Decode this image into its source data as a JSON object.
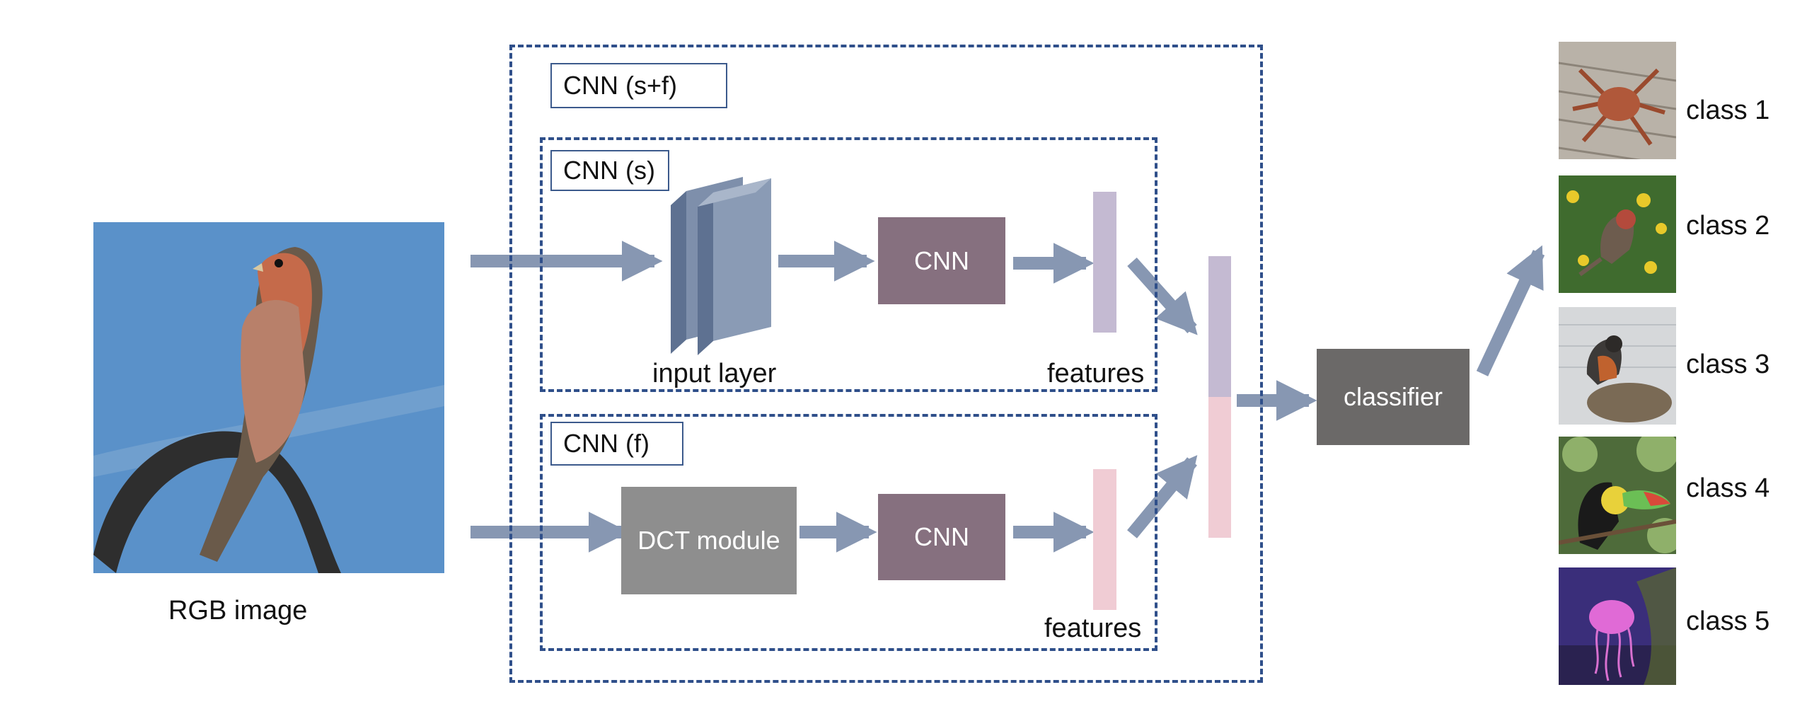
{
  "input": {
    "caption": "RGB image"
  },
  "outer_box": {
    "label": "CNN (s+f)"
  },
  "spatial_box": {
    "label": "CNN (s)",
    "input_layer_caption": "input layer",
    "cnn_label": "CNN",
    "features_caption": "features"
  },
  "frequency_box": {
    "label": "CNN (f)",
    "dct_label": "DCT module",
    "cnn_label": "CNN",
    "features_caption": "features"
  },
  "classifier": {
    "label": "classifier"
  },
  "classes": [
    {
      "label": "class 1",
      "icon": "crab-photo"
    },
    {
      "label": "class 2",
      "icon": "bird-in-flowers-photo"
    },
    {
      "label": "class 3",
      "icon": "robin-on-nest-photo"
    },
    {
      "label": "class 4",
      "icon": "toucan-photo"
    },
    {
      "label": "class 5",
      "icon": "jellyfish-photo"
    }
  ],
  "colors": {
    "arrow": "#8797b2",
    "dashed_border": "#2f4f8a",
    "cnn_block": "#86707f",
    "dct_block": "#8e8e8e",
    "classifier_block": "#6b6968",
    "spatial_feature": "#c4bad2",
    "frequency_feature": "#f0ccd4",
    "input_layer": "#8a9bb5"
  }
}
